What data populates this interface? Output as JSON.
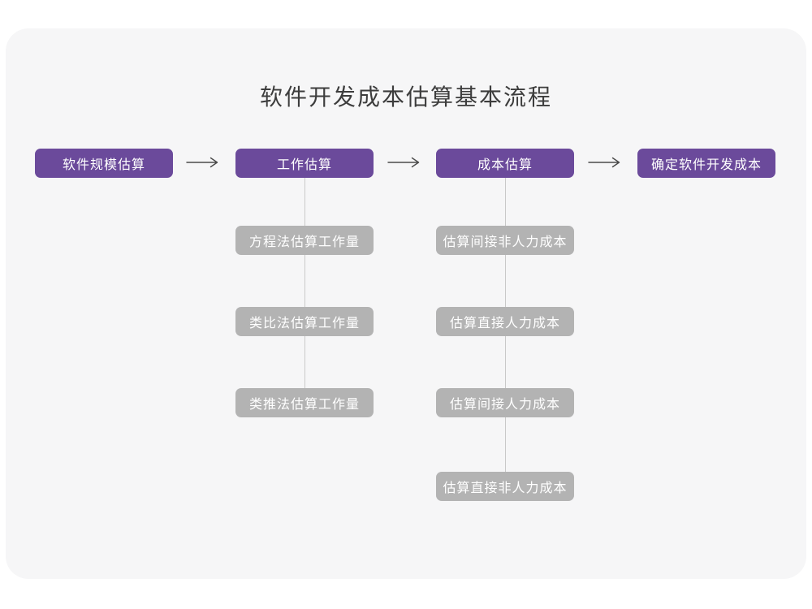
{
  "page": {
    "title": "软件开发成本估算基本流程"
  },
  "colors": {
    "primary": "#6B4A9B",
    "secondary": "#B3B3B3",
    "canvas": "#F6F6F7",
    "node_text": "#FFFFFF",
    "title_text": "#3D3D3D",
    "connector": "#C9C9C9",
    "arrow": "#4A4A4A"
  },
  "flow": {
    "main_nodes": [
      {
        "label": "软件规模估算"
      },
      {
        "label": "工作估算"
      },
      {
        "label": "成本估算"
      },
      {
        "label": "确定软件开发成本"
      }
    ],
    "work_estimation_methods": [
      {
        "label": "方程法估算工作量"
      },
      {
        "label": "类比法估算工作量"
      },
      {
        "label": "类推法估算工作量"
      }
    ],
    "cost_estimation_steps": [
      {
        "label": "估算间接非人力成本"
      },
      {
        "label": "估算直接人力成本"
      },
      {
        "label": "估算间接人力成本"
      },
      {
        "label": "估算直接非人力成本"
      }
    ]
  }
}
